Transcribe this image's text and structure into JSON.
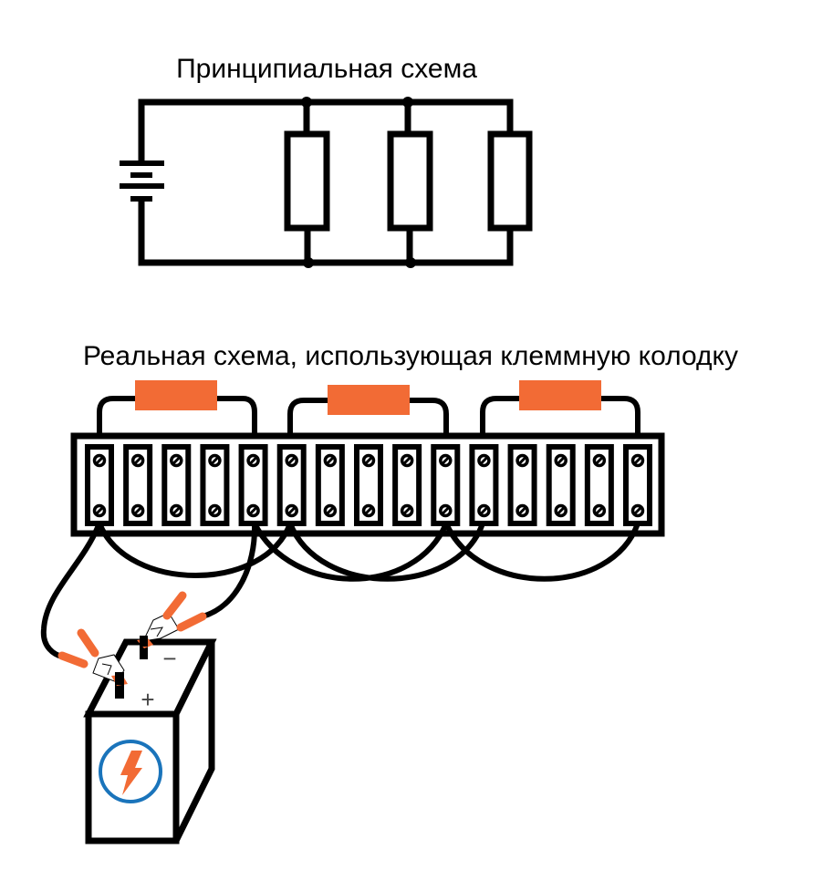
{
  "schematic": {
    "title": "Принципиальная схема",
    "resistor_count": 3,
    "components": [
      "battery",
      "resistor",
      "resistor",
      "resistor"
    ],
    "junction_count": 4
  },
  "realistic": {
    "title": "Реальная схема, использующая клеммную колодку",
    "terminal_block": {
      "terminal_count": 15,
      "screws_per_terminal": 2
    },
    "resistors": [
      {
        "from_terminal": 1,
        "to_terminal": 5
      },
      {
        "from_terminal": 6,
        "to_terminal": 10
      },
      {
        "from_terminal": 11,
        "to_terminal": 15
      }
    ],
    "bottom_jumpers": [
      {
        "from_terminal": 1,
        "to_terminal": 6
      },
      {
        "from_terminal": 5,
        "to_terminal": 10
      },
      {
        "from_terminal": 6,
        "to_terminal": 11
      },
      {
        "from_terminal": 10,
        "to_terminal": 15
      }
    ],
    "battery": {
      "positive_label": "+",
      "negative_label": "−",
      "positive_lead_terminal": 1,
      "negative_lead_terminal": 5,
      "logo_icon": "lightning-bolt-icon"
    }
  },
  "colors": {
    "resistor_body": "#f26b35",
    "clamp_handle": "#f26b35",
    "battery_logo_ring": "#1a74bb",
    "battery_logo_bolt": "#f26b35",
    "wire": "#000000"
  }
}
